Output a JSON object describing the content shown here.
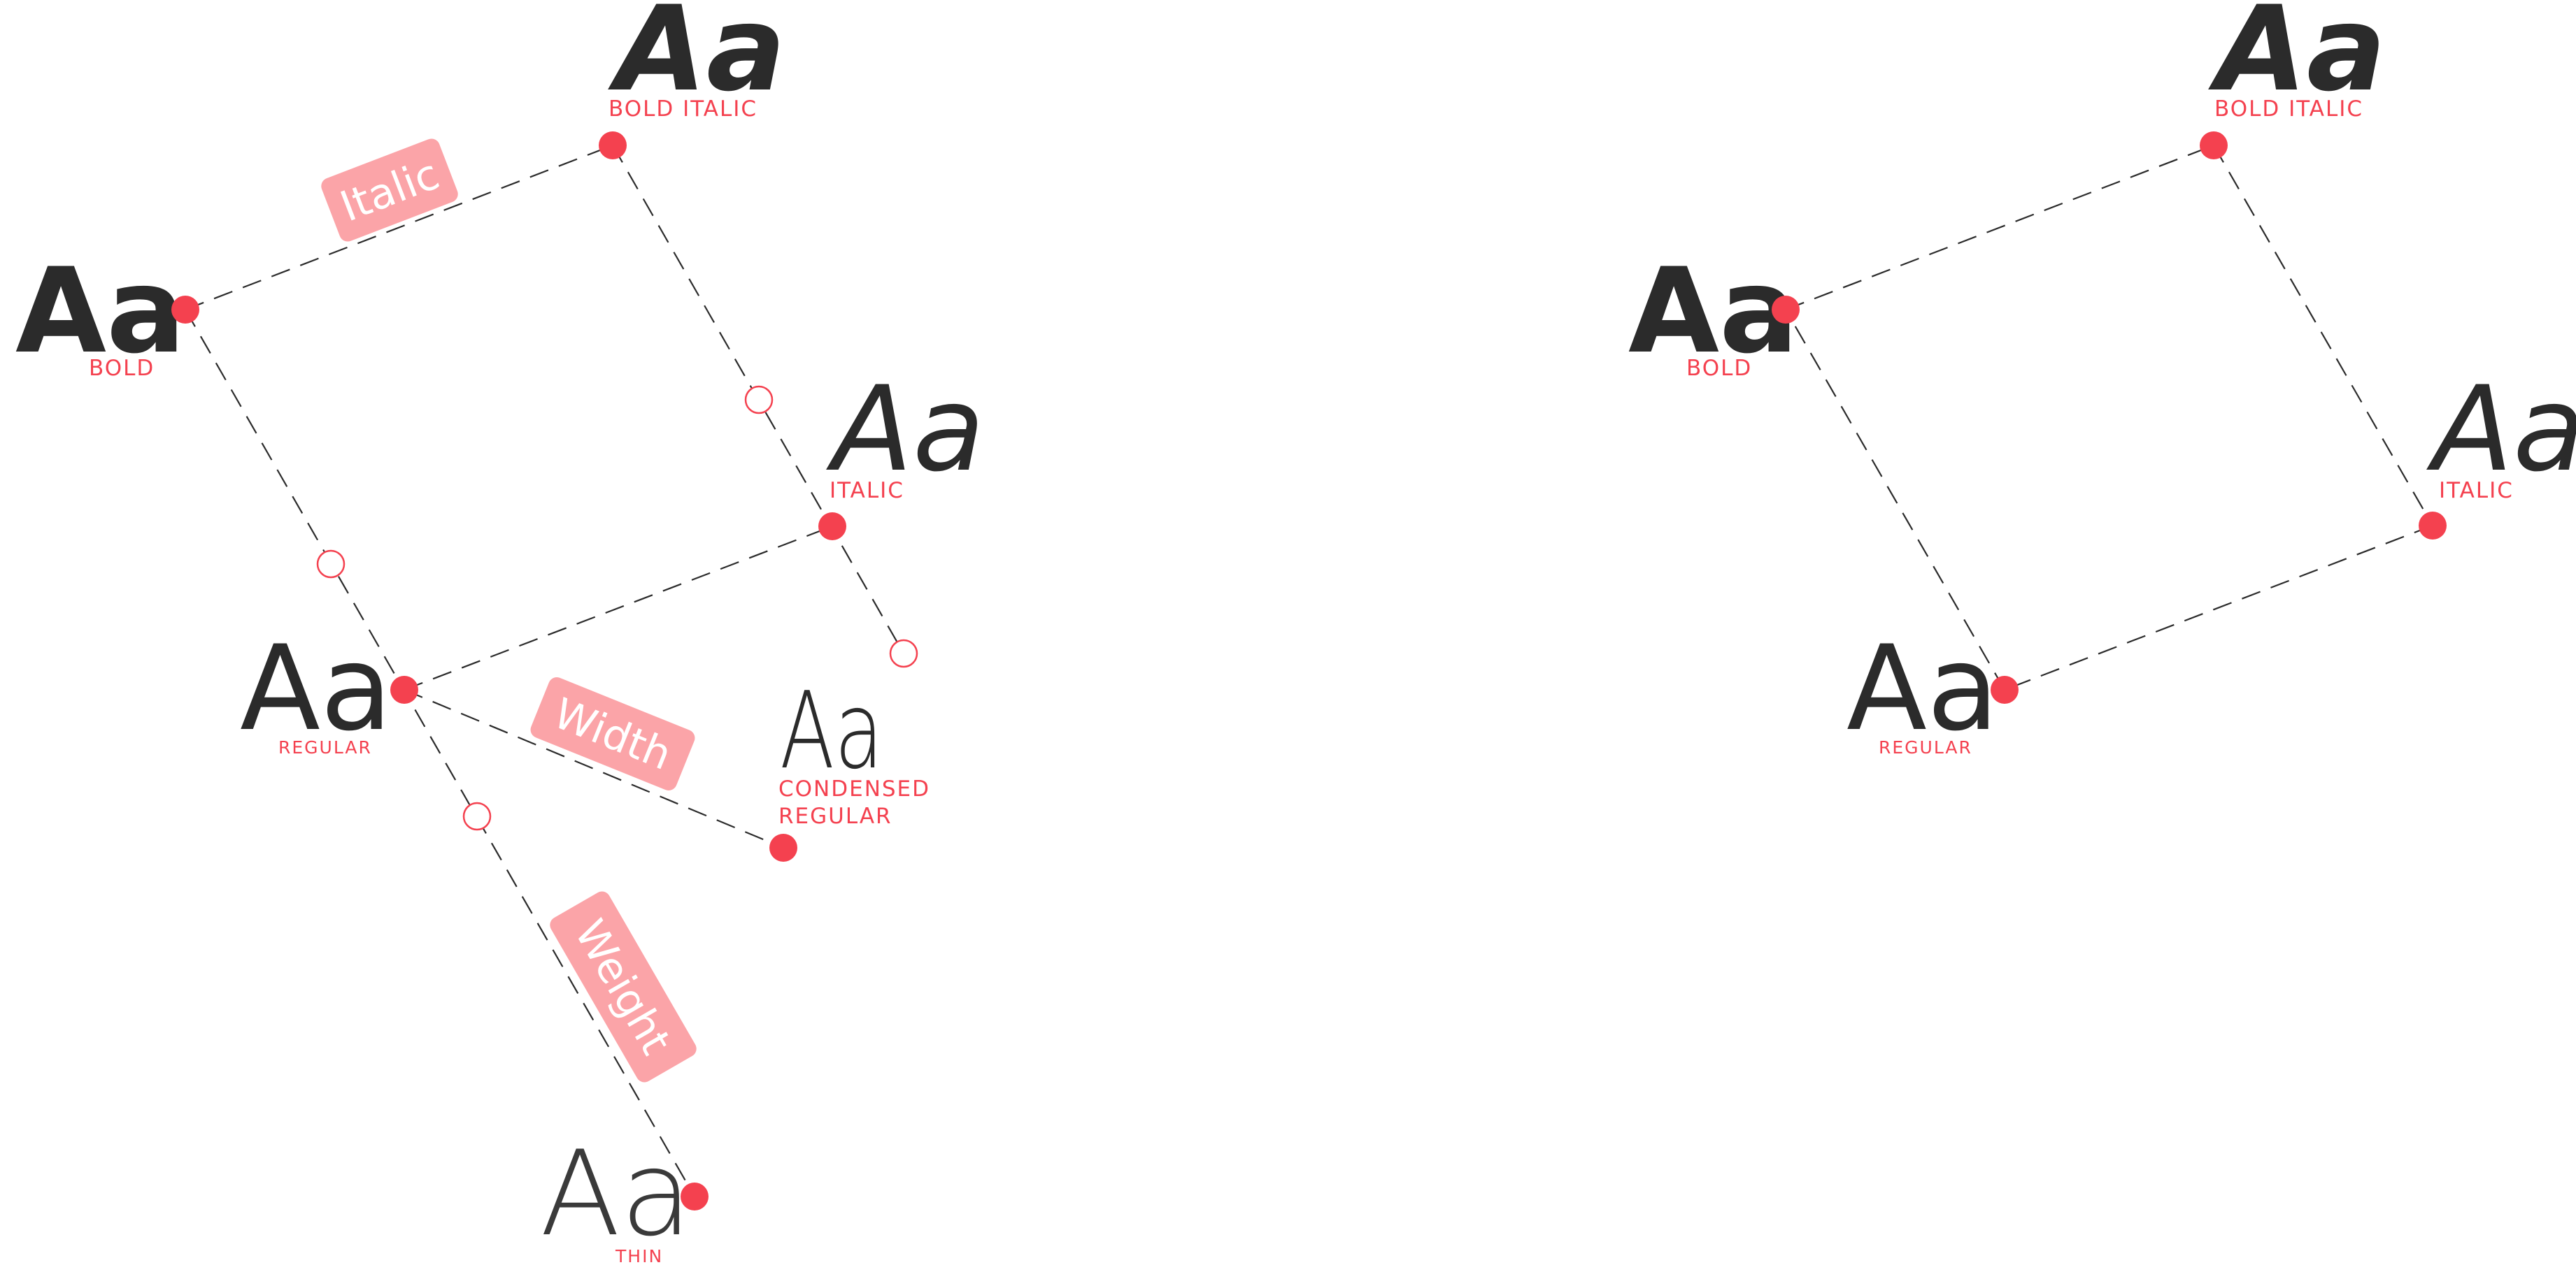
{
  "colors": {
    "accent": "#f4414f",
    "tag": "#fba4a8",
    "ink": "#2b2b2b"
  },
  "glyph_text": "Aa",
  "left": {
    "styles": {
      "bold": {
        "caption": "BOLD"
      },
      "bold_italic": {
        "caption": "BOLD ITALIC"
      },
      "italic": {
        "caption": "ITALIC"
      },
      "regular": {
        "caption": "REGULAR"
      },
      "condensed": {
        "caption_line1": "CONDENSED",
        "caption_line2": "REGULAR"
      },
      "thin": {
        "caption": "THIN"
      }
    },
    "axes": {
      "italic": "Italic",
      "width": "Width",
      "weight": "Weight"
    }
  },
  "right": {
    "styles": {
      "bold": {
        "caption": "BOLD"
      },
      "bold_italic": {
        "caption": "BOLD ITALIC"
      },
      "italic": {
        "caption": "ITALIC"
      },
      "regular": {
        "caption": "REGULAR"
      }
    }
  }
}
